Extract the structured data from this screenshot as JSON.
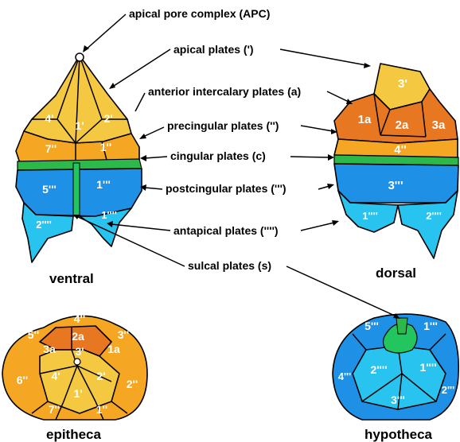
{
  "labels": {
    "apc": "apical pore complex (APC)",
    "apical": "apical plates (')",
    "anterior_intercalary": "anterior intercalary plates (a)",
    "precingular": "precingular plates ('')",
    "cingular": "cingular plates (c)",
    "postcingular": "postcingular plates (''')",
    "antapical": "antapical plates ('''')",
    "sulcal": "sulcal plates (s)"
  },
  "views": {
    "ventral": "ventral",
    "dorsal": "dorsal",
    "epitheca": "epitheca",
    "hypotheca": "hypotheca"
  },
  "ventral_plates": [
    "4'",
    "1'",
    "2'",
    "7''",
    "1''",
    "5'''",
    "1'''",
    "2''''",
    "1''''"
  ],
  "dorsal_plates": [
    "3'",
    "1a",
    "2a",
    "3a",
    "4''",
    "3'''",
    "1''''",
    "2''''"
  ],
  "epitheca_plates": [
    "4''",
    "5''",
    "2a",
    "3''",
    "3a",
    "3'",
    "1a",
    "6''",
    "4'",
    "2'",
    "2''",
    "1'",
    "7''",
    "1''"
  ],
  "hypotheca_plates": [
    "5'''",
    "1'''",
    "4'''",
    "2''''",
    "1''''",
    "2'''",
    "3'''"
  ],
  "colors": {
    "apical_yellow": "#f5c842",
    "precingular_orange": "#f5a623",
    "intercalary_orange": "#e87722",
    "cingular_green": "#2db84b",
    "postcingular_blue": "#1e90e6",
    "antapical_lightblue": "#29c3f0",
    "sulcal_green": "#22c55e"
  }
}
